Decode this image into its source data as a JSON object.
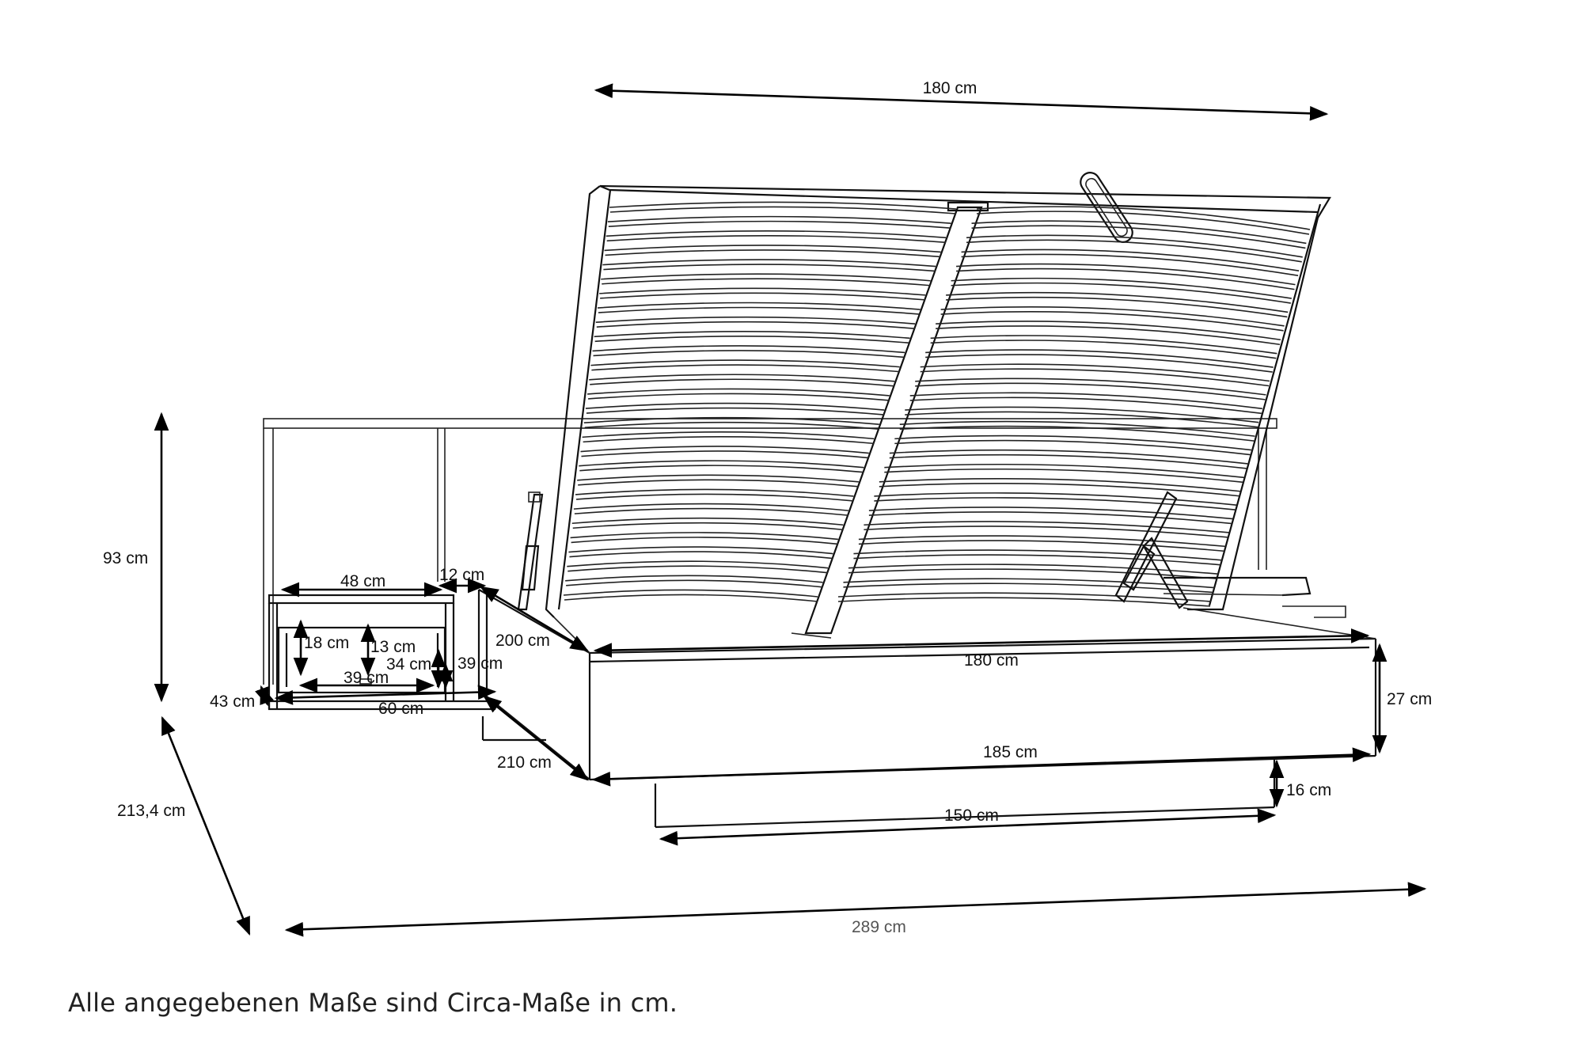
{
  "dimensions": {
    "top_width": "180 cm",
    "headboard_height": "93 cm",
    "nightstand_width": "48 cm",
    "panel_thickness": "12 cm",
    "nightstand_drawer_height_outer": "18 cm",
    "nightstand_drawer_height_inner": "13 cm",
    "nightstand_drawer_depth": "34 cm",
    "nightstand_height": "39 cm",
    "nightstand_drawer_width": "39 cm",
    "nightstand_depth": "43 cm",
    "nightstand_total_width": "60 cm",
    "mattress_length": "200 cm",
    "mattress_width": "180 cm",
    "frame_height": "27 cm",
    "frame_width": "185 cm",
    "frame_length": "210 cm",
    "base_height": "16 cm",
    "base_width": "150 cm",
    "total_depth": "213,4 cm",
    "total_width": "289 cm"
  },
  "footer_note": "Alle angegebenen Maße sind Circa-Maße in cm."
}
